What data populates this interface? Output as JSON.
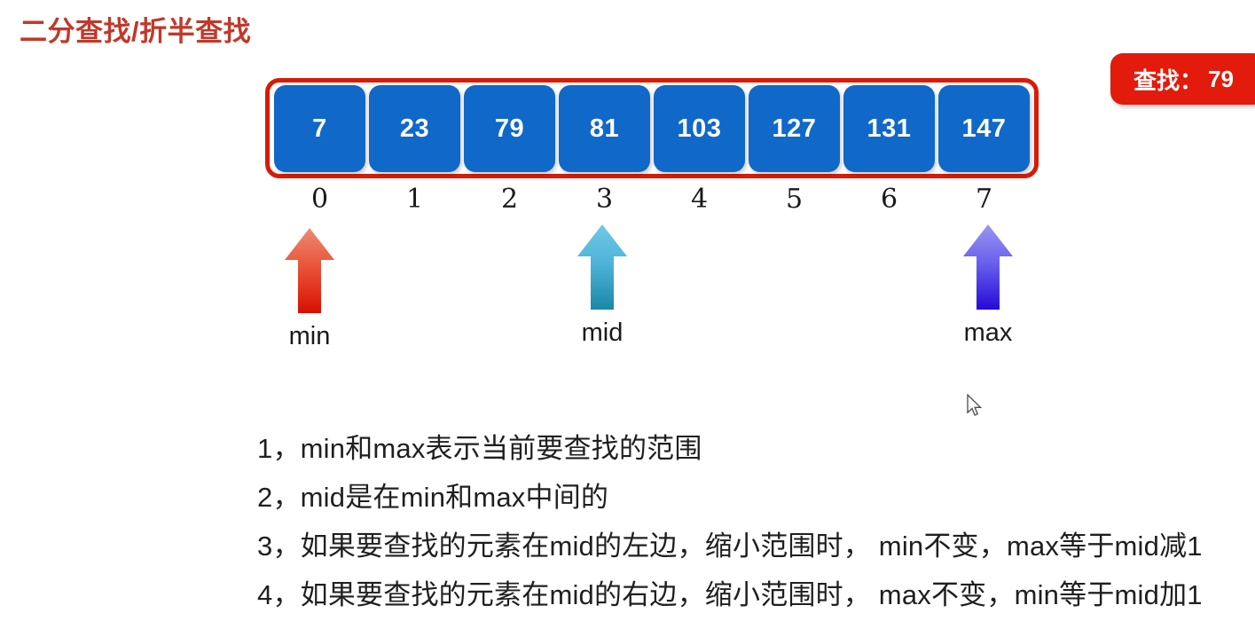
{
  "title": "二分查找/折半查找",
  "search_badge": {
    "label": "查找：",
    "value": "79"
  },
  "array": {
    "values": [
      "7",
      "23",
      "79",
      "81",
      "103",
      "127",
      "131",
      "147"
    ],
    "indices": [
      "0",
      "1",
      "2",
      "3",
      "4",
      "5",
      "6",
      "7"
    ]
  },
  "pointers": [
    {
      "name": "min",
      "label": "min",
      "index": 0,
      "color": "#E84A32"
    },
    {
      "name": "mid",
      "label": "mid",
      "index": 3,
      "color": "#3FAFD4"
    },
    {
      "name": "max",
      "label": "max",
      "index": 7,
      "color": "#5B52E8"
    }
  ],
  "notes": [
    "1，min和max表示当前要查找的范围",
    "2，mid是在min和max中间的",
    "3，如果要查找的元素在mid的左边，缩小范围时， min不变，max等于mid减1",
    "4，如果要查找的元素在mid的右边，缩小范围时， max不变，min等于mid加1"
  ],
  "colors": {
    "title": "#C0392B",
    "badge_bg": "#E21B0C",
    "frame_border": "#D81B06",
    "cell_bg": "#1068C8",
    "cell_text": "#FFFFFF"
  },
  "icons": {
    "cursor": "mouse-pointer-icon",
    "arrow": "up-arrow-icon"
  }
}
